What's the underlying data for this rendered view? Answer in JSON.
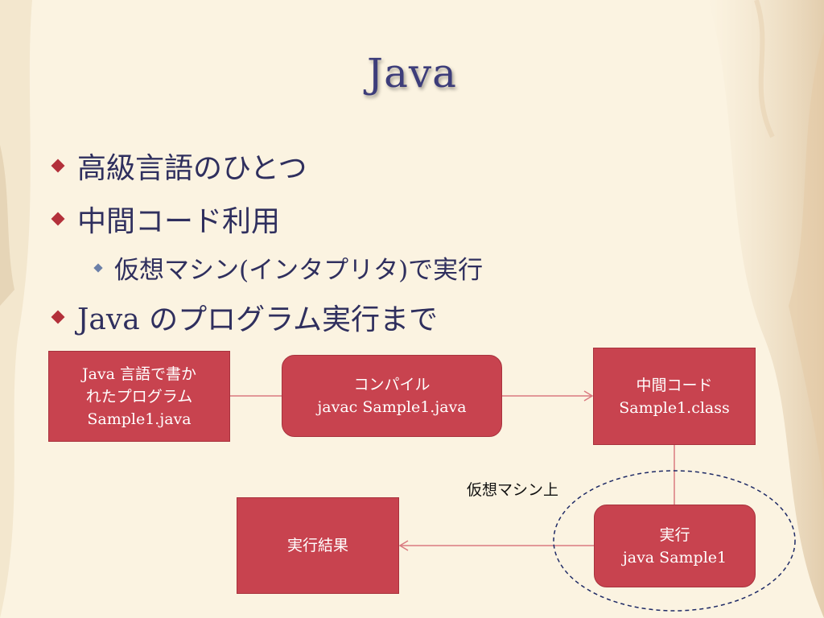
{
  "slide": {
    "title": "Java",
    "bullets": [
      {
        "level": 1,
        "text": "高級言語のひとつ"
      },
      {
        "level": 1,
        "text": "中間コード利用"
      },
      {
        "level": 2,
        "text": "仮想マシン(インタプリタ)で実行"
      },
      {
        "level": 1,
        "text": "Java のプログラム実行まで"
      }
    ]
  },
  "diagram": {
    "nodes": {
      "source": "Java 言語で書か\nれたプログラム\nSample1.java",
      "compile": "コンパイル\njavac  Sample1.java",
      "bytecode": "中間コード\nSample1.class",
      "run": "実行\njava Sample1",
      "result": "実行結果"
    },
    "vm_label": "仮想マシン上"
  },
  "colors": {
    "node_fill": "#c8434f",
    "title_text": "#3d3d7a",
    "bullet_text": "#2f2f5e",
    "bullet_marker": "#b3303a",
    "connector": "#d97a80"
  }
}
